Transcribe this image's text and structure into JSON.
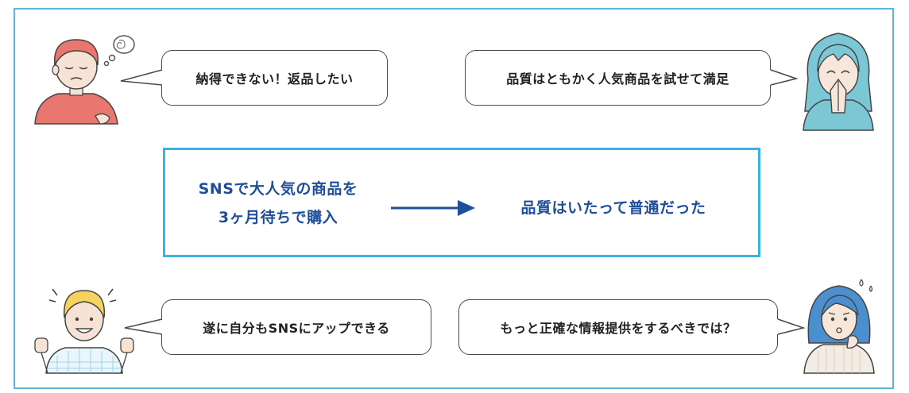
{
  "bubbles": {
    "top_left": "納得できない！返品したい",
    "top_right": "品質はともかく人気商品を試せて満足",
    "bottom_left": "遂に自分もSNSにアップできる",
    "bottom_right": "もっと正確な情報提供をするべきでは？"
  },
  "center": {
    "before_lines": [
      "SNSで大人気の商品を",
      "3ヶ月待ちで購入"
    ],
    "after": "品質はいたって普通だった"
  },
  "colors": {
    "frame": "#5ab8d9",
    "center_border": "#38b3e6",
    "center_text": "#1f4e9a",
    "arrow": "#1f4e9a"
  },
  "icons": {
    "top_left_person": "frustrated-man-icon",
    "top_right_person": "grateful-woman-icon",
    "bottom_left_person": "cheering-man-icon",
    "bottom_right_person": "worried-woman-icon"
  }
}
